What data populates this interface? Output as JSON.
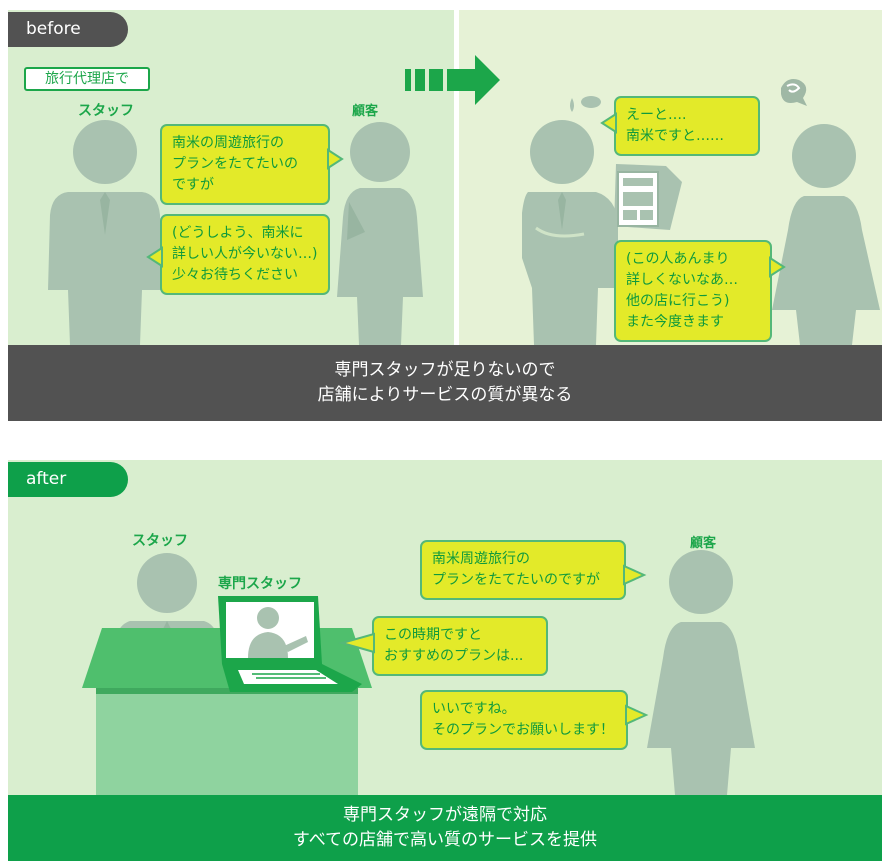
{
  "before": {
    "tab_label": "before",
    "place_label": "旅行代理店で",
    "staff_label": "スタッフ",
    "customer_label": "顧客",
    "bubble_request": [
      "南米の周遊旅行の",
      "プランをたてたいの",
      "ですが"
    ],
    "bubble_staff_thought": [
      "(どうしよう、南米に",
      "詳しい人が今いない…)",
      "少々お待ちください"
    ],
    "bubble_staff_unsure": [
      "えーと….",
      "南米ですと……"
    ],
    "bubble_customer_thought": [
      "(この人あんまり",
      "詳しくないなあ…",
      "他の店に行こう)",
      "また今度きます"
    ],
    "banner": [
      "専門スタッフが足りないので",
      "店舗によりサービスの質が異なる"
    ]
  },
  "after": {
    "tab_label": "after",
    "staff_label": "スタッフ",
    "specialist_label": "専門スタッフ",
    "customer_label": "顧客",
    "bubble_request": [
      "南米周遊旅行の",
      "プランをたてたいのですが"
    ],
    "bubble_specialist": [
      "この時期ですと",
      "おすすめのプランは..."
    ],
    "bubble_customer_reply": [
      "いいですね。",
      "そのプランでお願いします！"
    ],
    "banner": [
      "専門スタッフが遠隔で対応",
      "すべての店舗で高い質のサービスを提供"
    ]
  },
  "colors": {
    "panel_green": "#d9eecf",
    "panel_light": "#e6f2d6",
    "figure": "#a9c2b0",
    "dark_banner": "#525252",
    "green_banner": "#0ea04a",
    "accent_green": "#1ca64a",
    "bubble_fill": "#e3ea29",
    "desk": "#4fbf6d"
  }
}
